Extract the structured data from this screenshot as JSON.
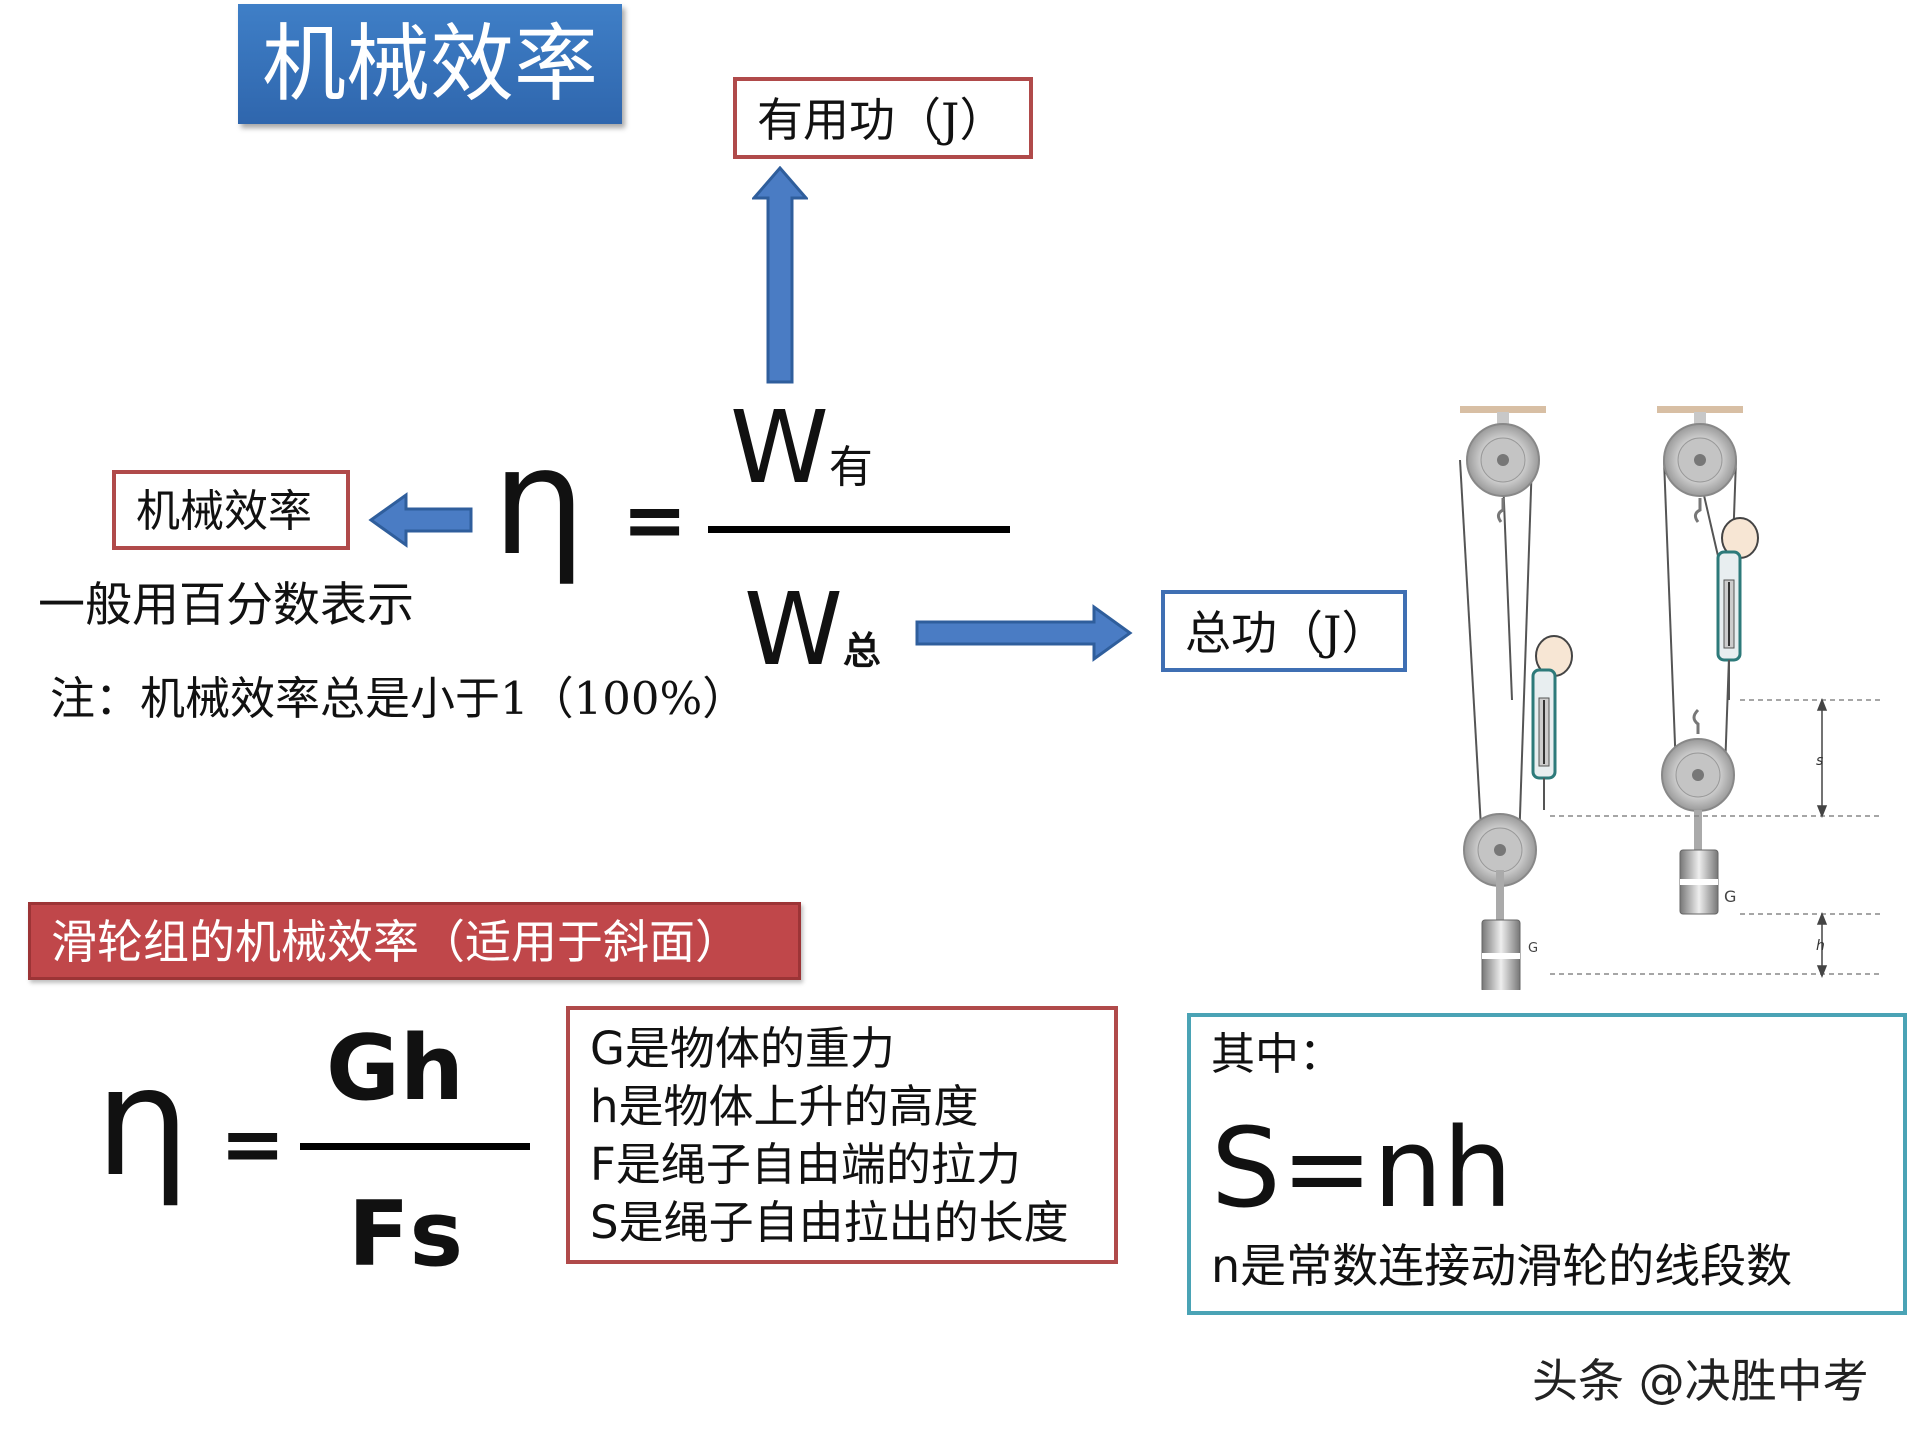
{
  "title": "机械效率",
  "useful_work_label": "有用功（J）",
  "efficiency_label": "机械效率",
  "total_work_label": "总功（J）",
  "formula1": {
    "eta": "η",
    "equals": "=",
    "numerator_main": "W",
    "numerator_sub": "有",
    "denominator_main": "W",
    "denominator_sub": "总"
  },
  "note_percent": "一般用百分数表示",
  "note_less_than": "注：机械效率总是小于1（100%）",
  "pulley_banner": "滑轮组的机械效率（适用于斜面）",
  "formula2": {
    "eta": "η",
    "equals": "=",
    "numerator": "Gh",
    "denominator": "Fs"
  },
  "definitions": [
    {
      "var": "G",
      "text": "是物体的重力"
    },
    {
      "var": "h",
      "text": "是物体上升的高度"
    },
    {
      "var": "F",
      "text": "是绳子自由端的拉力"
    },
    {
      "var": "S",
      "text": "是绳子自由拉出的长度"
    }
  ],
  "where_box": {
    "heading": "其中：",
    "formula": "S=nh",
    "n_var": "n",
    "n_text": "是常数连接动滑轮的线段数"
  },
  "figure_labels": {
    "weight_left": "G",
    "weight_right": "G",
    "s": "s",
    "h": "h"
  },
  "watermark": "头条 @决胜中考",
  "colors": {
    "title_blue": "#3a74bf",
    "arrow_blue": "#4a7cc4",
    "red_border": "#b04a4a",
    "blue_border": "#3f6fb3",
    "teal_border": "#4aa3b5",
    "banner_red": "#c0474a"
  }
}
